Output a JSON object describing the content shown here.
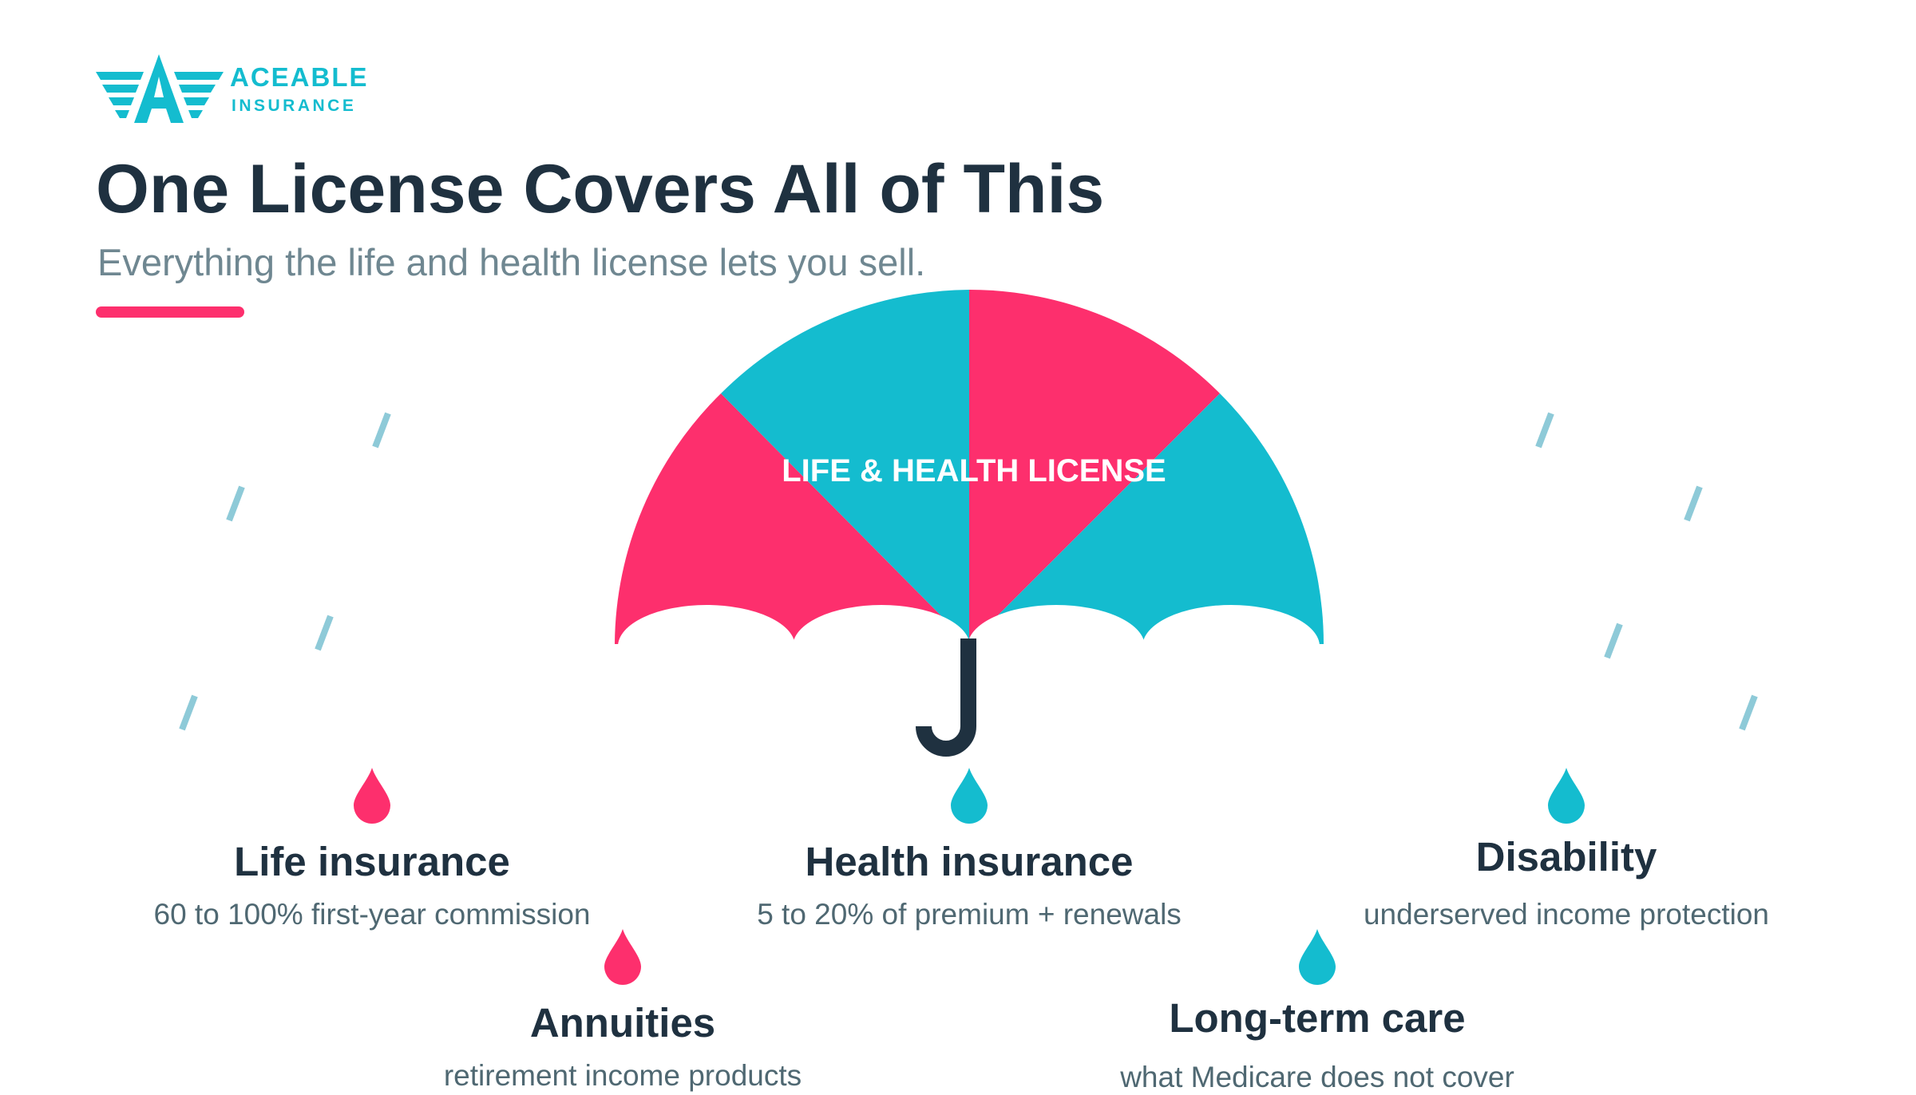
{
  "brand": {
    "name": "ACEABLE",
    "sub": "INSURANCE"
  },
  "title": "One License Covers All of This",
  "subtitle": "Everything the life and health license lets you sell.",
  "umbrella_label": "LIFE & HEALTH LICENSE",
  "colors": {
    "accent": "#fd2f6d",
    "teal": "#14bccf",
    "navy": "#1f3140",
    "rain": "#8ecad8"
  },
  "items": [
    {
      "title": "Life insurance",
      "desc": "60 to 100% first-year commission",
      "color": "#fd2f6d"
    },
    {
      "title": "Health insurance",
      "desc": "5 to 20% of premium + renewals",
      "color": "#14bccf"
    },
    {
      "title": "Disability",
      "desc": "underserved income protection",
      "color": "#14bccf"
    },
    {
      "title": "Annuities",
      "desc": "retirement income products",
      "color": "#fd2f6d"
    },
    {
      "title": "Long-term care",
      "desc": "what Medicare does not cover",
      "color": "#14bccf"
    }
  ]
}
